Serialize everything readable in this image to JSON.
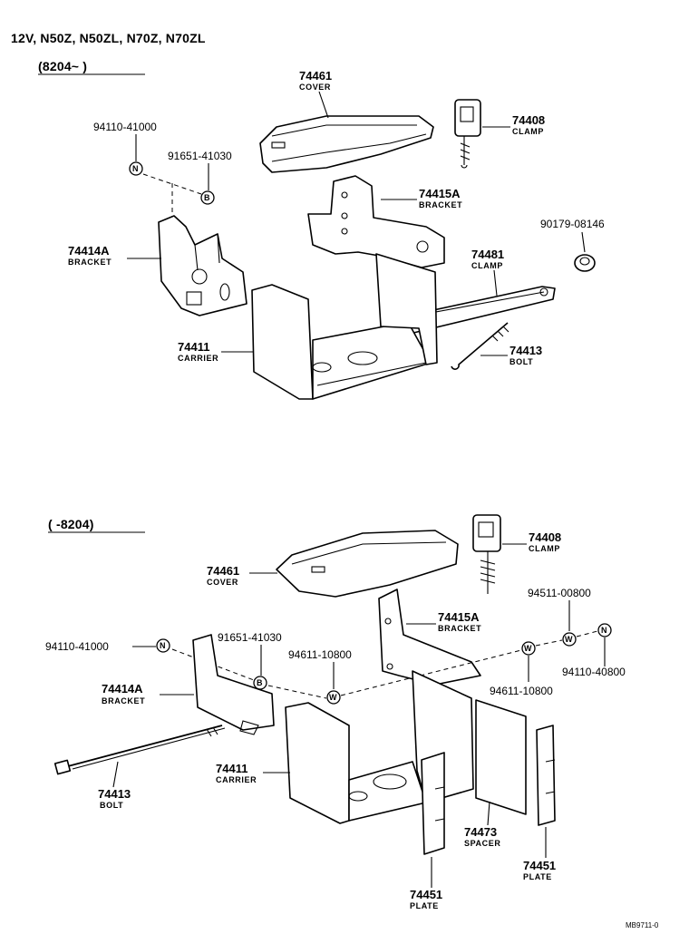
{
  "header": {
    "models": "12V, N50Z, N50ZL, N70Z, N70ZL"
  },
  "top": {
    "range": "(8204~        )",
    "parts": {
      "p1": {
        "no": "74461",
        "name": "COVER"
      },
      "p2": {
        "no": "74408",
        "name": "CLAMP"
      },
      "p3": {
        "no": "94110-41000"
      },
      "p4": {
        "no": "91651-41030"
      },
      "p5": {
        "no": "74415A",
        "name": "BRACKET"
      },
      "p6": {
        "no": "90179-08146"
      },
      "p7": {
        "no": "74414A",
        "name": "BRACKET"
      },
      "p8": {
        "no": "74481",
        "name": "CLAMP"
      },
      "p9": {
        "no": "74411",
        "name": "CARRIER"
      },
      "p10": {
        "no": "74413",
        "name": "BOLT"
      }
    }
  },
  "bottom": {
    "range": "(        -8204)",
    "parts": {
      "p1": {
        "no": "74408",
        "name": "CLAMP"
      },
      "p2": {
        "no": "74461",
        "name": "COVER"
      },
      "p3": {
        "no": "94511-00800"
      },
      "p4": {
        "no": "74415A",
        "name": "BRACKET"
      },
      "p5": {
        "no": "94110-41000"
      },
      "p6": {
        "no": "91651-41030"
      },
      "p7": {
        "no": "94611-10800"
      },
      "p8": {
        "no": "94110-40800"
      },
      "p9": {
        "no": "74414A",
        "name": "BRACKET"
      },
      "p10": {
        "no": "94611-10800"
      },
      "p11": {
        "no": "74411",
        "name": "CARRIER"
      },
      "p12": {
        "no": "74413",
        "name": "BOLT"
      },
      "p13": {
        "no": "74473",
        "name": "SPACER"
      },
      "p14": {
        "no": "74451",
        "name": "PLATE"
      },
      "p15": {
        "no": "74451",
        "name": "PLATE"
      }
    }
  },
  "tags": {
    "n": "N",
    "b": "B",
    "w": "W"
  },
  "ref_code": "MB9711-0"
}
